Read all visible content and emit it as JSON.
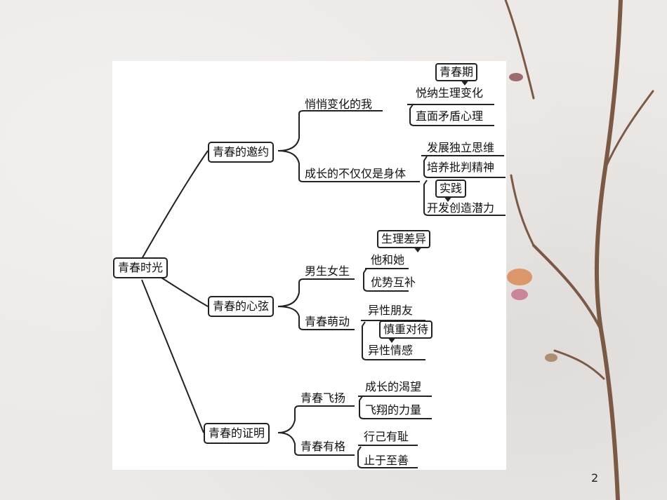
{
  "root": "青春时光",
  "branches": [
    {
      "label": "青春的邀约",
      "children": [
        {
          "label": "悄悄变化的我",
          "leaves": [
            "悦纳生理变化",
            "直面矛盾心理"
          ],
          "callout": "青春期"
        },
        {
          "label": "成长的不仅仅是身体",
          "leaves": [
            "发展独立思维",
            "培养批判精神",
            "开发创造潜力"
          ],
          "callout": "实践"
        }
      ]
    },
    {
      "label": "青春的心弦",
      "children": [
        {
          "label": "男生女生",
          "leaves": [
            "他和她",
            "优势互补"
          ],
          "callout": "生理差异"
        },
        {
          "label": "青春萌动",
          "leaves": [
            "异性朋友",
            "异性情感"
          ],
          "callout": "慎重对待"
        }
      ]
    },
    {
      "label": "青春的证明",
      "children": [
        {
          "label": "青春飞扬",
          "leaves": [
            "成长的渴望",
            "飞翔的力量"
          ]
        },
        {
          "label": "青春有格",
          "leaves": [
            "行己有耻",
            "止于至善"
          ]
        }
      ]
    }
  ],
  "page_number": "2"
}
